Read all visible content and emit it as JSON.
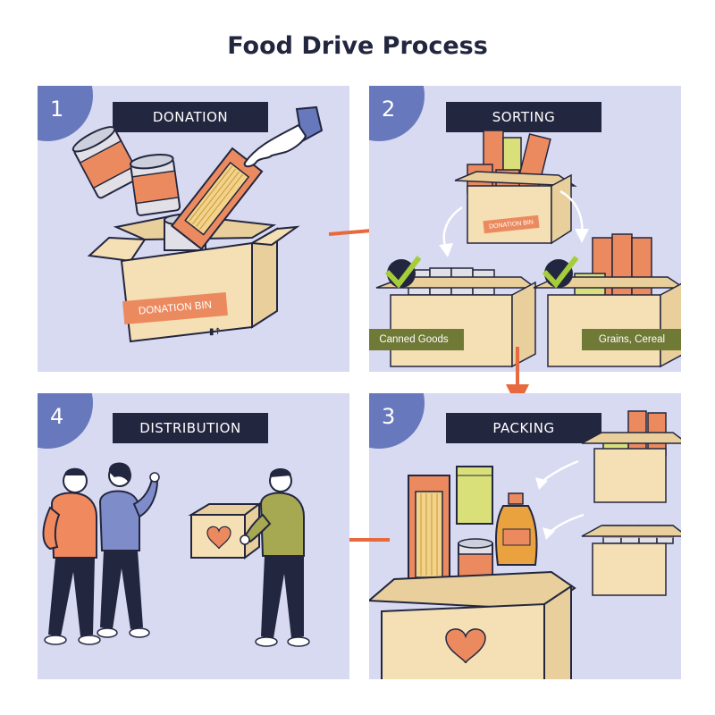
{
  "title": "Food Drive Process",
  "steps": [
    {
      "number": "1",
      "label": "DONATION",
      "bin_label": "DONATION BIN"
    },
    {
      "number": "2",
      "label": "SORTING",
      "bin_label": "DONATION BIN",
      "categories": [
        "Canned Goods",
        "Grains, Cereal"
      ]
    },
    {
      "number": "3",
      "label": "PACKING"
    },
    {
      "number": "4",
      "label": "DISTRIBUTION"
    }
  ],
  "colors": {
    "panel": "#d7daf1",
    "badge": "#6778bd",
    "label_bg": "#23263f",
    "box": "#f5dfb4",
    "accent_orange": "#ec8a5f",
    "olive": "#6f7a37",
    "check_green": "#a5cd3a"
  },
  "icons": [
    "can-icon",
    "pasta-bag-icon",
    "hand-icon",
    "box-icon",
    "check-icon",
    "arrow-icon",
    "heart-icon",
    "sauce-bottle-icon",
    "snack-bag-icon",
    "person-icon"
  ]
}
